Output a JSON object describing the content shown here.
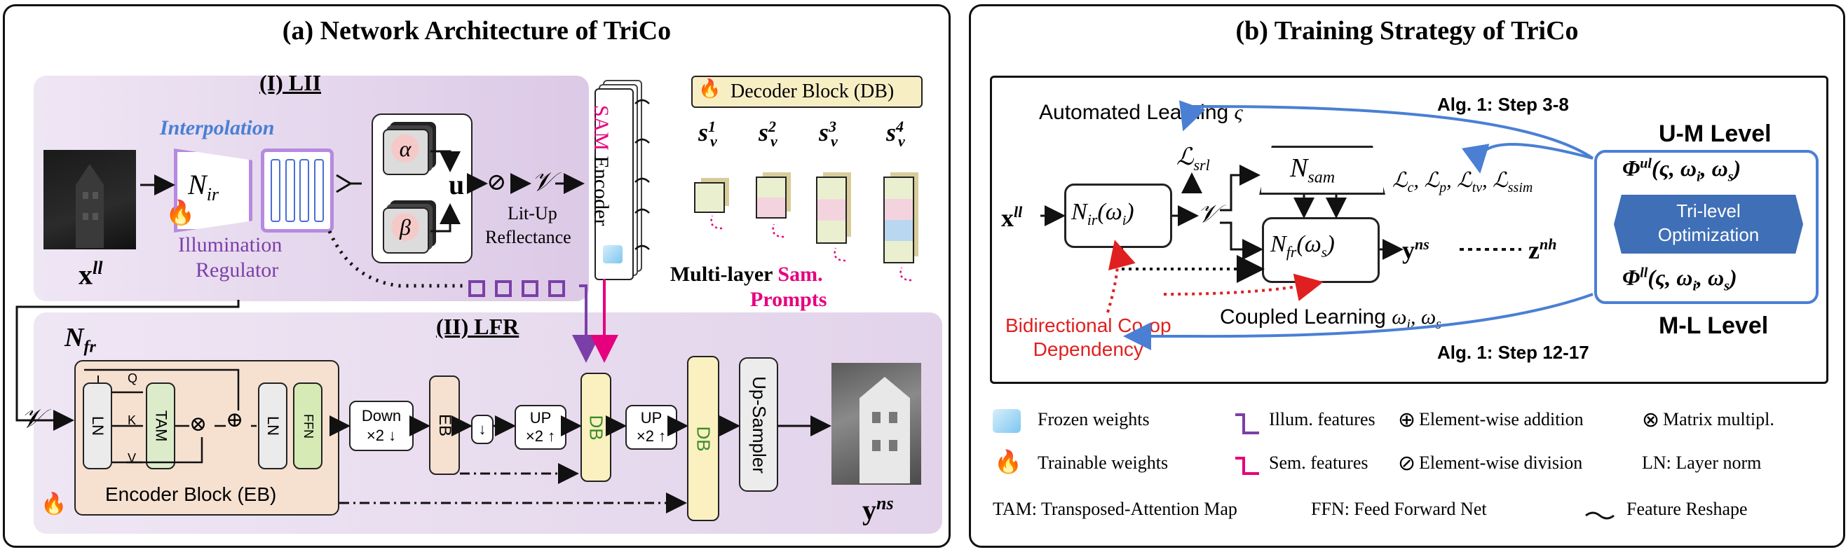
{
  "panel_a": {
    "title": "(a) Network Architecture of TriCo",
    "lii_title": "(I) LII",
    "lfr_title": "(II) LFR",
    "interpolation": "Interpolation",
    "n_ir": "N",
    "n_ir_sub": "ir",
    "illum_reg_1": "Illumination",
    "illum_reg_2": "Regulator",
    "alpha": "α",
    "beta": "β",
    "u_label": "u",
    "div_symbol": "⊘",
    "v_symbol": "𝒱",
    "litup_1": "Lit-Up",
    "litup_2": "Reflectance",
    "x_ll": "x",
    "x_ll_sup": "ll",
    "sam_label": "SAM",
    "encoder_label": "Encoder",
    "decoder_block": "Decoder Block (DB)",
    "s_labels": [
      "1",
      "2",
      "3",
      "4"
    ],
    "s_base": "s",
    "s_sub": "v",
    "multi_layer": "Multi-layer",
    "sam_prompts_1": "Sam.",
    "sam_prompts_2": "Prompts",
    "n_fr": "N",
    "n_fr_sub": "fr",
    "ln": "LN",
    "tam": "TAM",
    "ffn": "FFN",
    "q": "Q",
    "k": "K",
    "v": "V",
    "encoder_block": "Encoder Block (EB)",
    "down_1": "Down",
    "down_2": "×2 ↓",
    "eb": "EB",
    "down_arrow": "↓",
    "up_1": "UP",
    "up_2": "×2 ↑",
    "db": "DB",
    "up_sampler": "Up-Sampler",
    "y_ns": "y",
    "y_ns_sup": "ns"
  },
  "panel_b": {
    "title": "(b) Training Strategy of TriCo",
    "automated_learning": "Automated Learning",
    "varsigma": "ς",
    "alg_top": "Alg. 1: Step 3-8",
    "alg_bottom": "Alg. 1: Step 12-17",
    "um_level": "U-M Level",
    "ml_level": "M-L Level",
    "l_srl": "ℒ",
    "l_srl_sub": "srl",
    "n_sam": "N",
    "n_sam_sub": "sam",
    "losses": "ℒ_c, ℒ_p, ℒ_tv, ℒ_ssim",
    "x_ll": "x",
    "x_ll_sup": "ll",
    "n_ir_wi": "N",
    "n_ir_sub": "ir",
    "n_ir_arg": "(ω",
    "v_symbol": "𝒱",
    "n_fr_ws": "N",
    "n_fr_sub": "fr",
    "y_ns": "y",
    "y_ns_sup": "ns",
    "z_nh": "z",
    "z_nh_sup": "nh",
    "phi_ul": "Φ",
    "phi_ul_sup": "ul",
    "phi_args": "(ς, ω",
    "phi_ll": "Φ",
    "phi_ll_sup": "ll",
    "trilevel_1": "Tri-level",
    "trilevel_2": "Optimization",
    "bidirectional_1": "Bidirectional Co-op",
    "bidirectional_2": "Dependency",
    "coupled_learning": "Coupled Learning",
    "omega_label": "ω",
    "legend": {
      "frozen": "Frozen weights",
      "trainable": "Trainable weights",
      "illum_features": "Illum. features",
      "sem_features": "Sem. features",
      "elem_add": "Element-wise addition",
      "elem_div": "Element-wise division",
      "matrix_mult": "Matrix multipl.",
      "layer_norm": "LN: Layer norm",
      "tam_def": "TAM: Transposed-Attention Map",
      "ffn_def": "FFN:  Feed Forward Net",
      "feature_reshape": "Feature Reshape",
      "plus_symbol": "⊕",
      "div_symbol": "⊘",
      "times_symbol": "⊗"
    }
  },
  "colors": {
    "purple": "#7b3fa8",
    "magenta": "#e6007e",
    "blue": "#4a7fd4",
    "red": "#e02020",
    "lii_bg": "#e4d7ec",
    "lfr_bg": "#ecdff0",
    "eb_bg": "#f6e0d0",
    "ln_bg": "#ebebeb",
    "tam_bg": "#dceccb",
    "ffn_bg": "#d5eab4",
    "db_bg": "#fbf0c0",
    "decoder_bg": "#f8eec4",
    "trilevel_bg": "#3f6fb6"
  }
}
